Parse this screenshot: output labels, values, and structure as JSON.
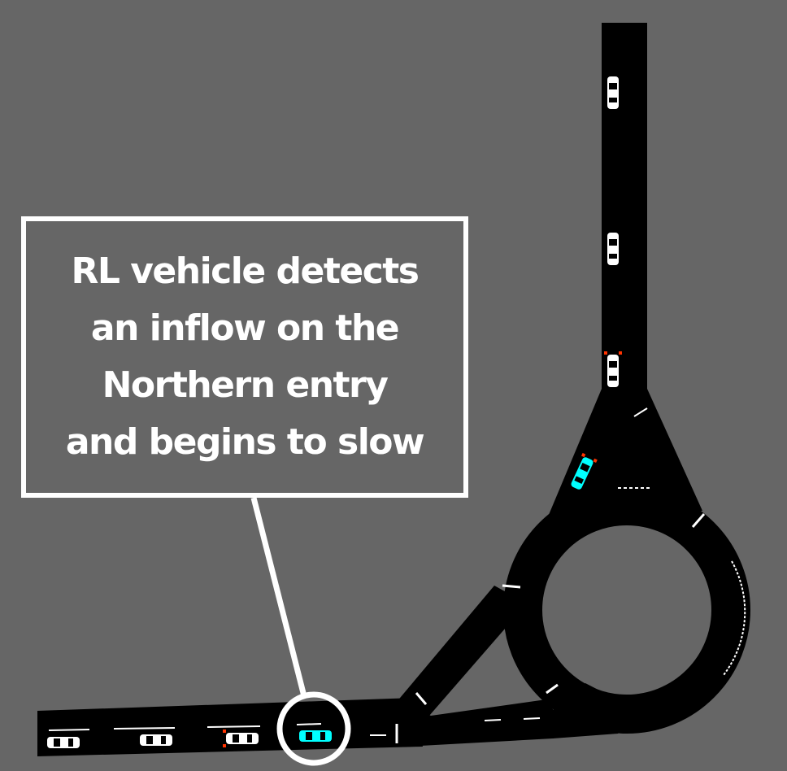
{
  "annotation": {
    "text": "RL vehicle  detects\nan inflow on the\nNorthern entry\nand begins to slow"
  },
  "colors": {
    "background": "#666666",
    "road": "#000000",
    "lane_marking": "#ffffff",
    "rl_vehicle": "#00ffff",
    "human_vehicle": "#ffffff",
    "brake_light": "#ff3300",
    "highlight": "#ffffff"
  },
  "vehicles": [
    {
      "type": "human",
      "braking": false,
      "heading": "south"
    },
    {
      "type": "human",
      "braking": false,
      "heading": "south"
    },
    {
      "type": "human",
      "braking": true,
      "heading": "south"
    },
    {
      "type": "rl",
      "braking": true,
      "heading": "southwest"
    },
    {
      "type": "human",
      "braking": false,
      "heading": "east"
    },
    {
      "type": "human",
      "braking": false,
      "heading": "east"
    },
    {
      "type": "human",
      "braking": true,
      "heading": "east"
    },
    {
      "type": "rl",
      "braking": false,
      "heading": "east",
      "highlighted": true
    }
  ]
}
